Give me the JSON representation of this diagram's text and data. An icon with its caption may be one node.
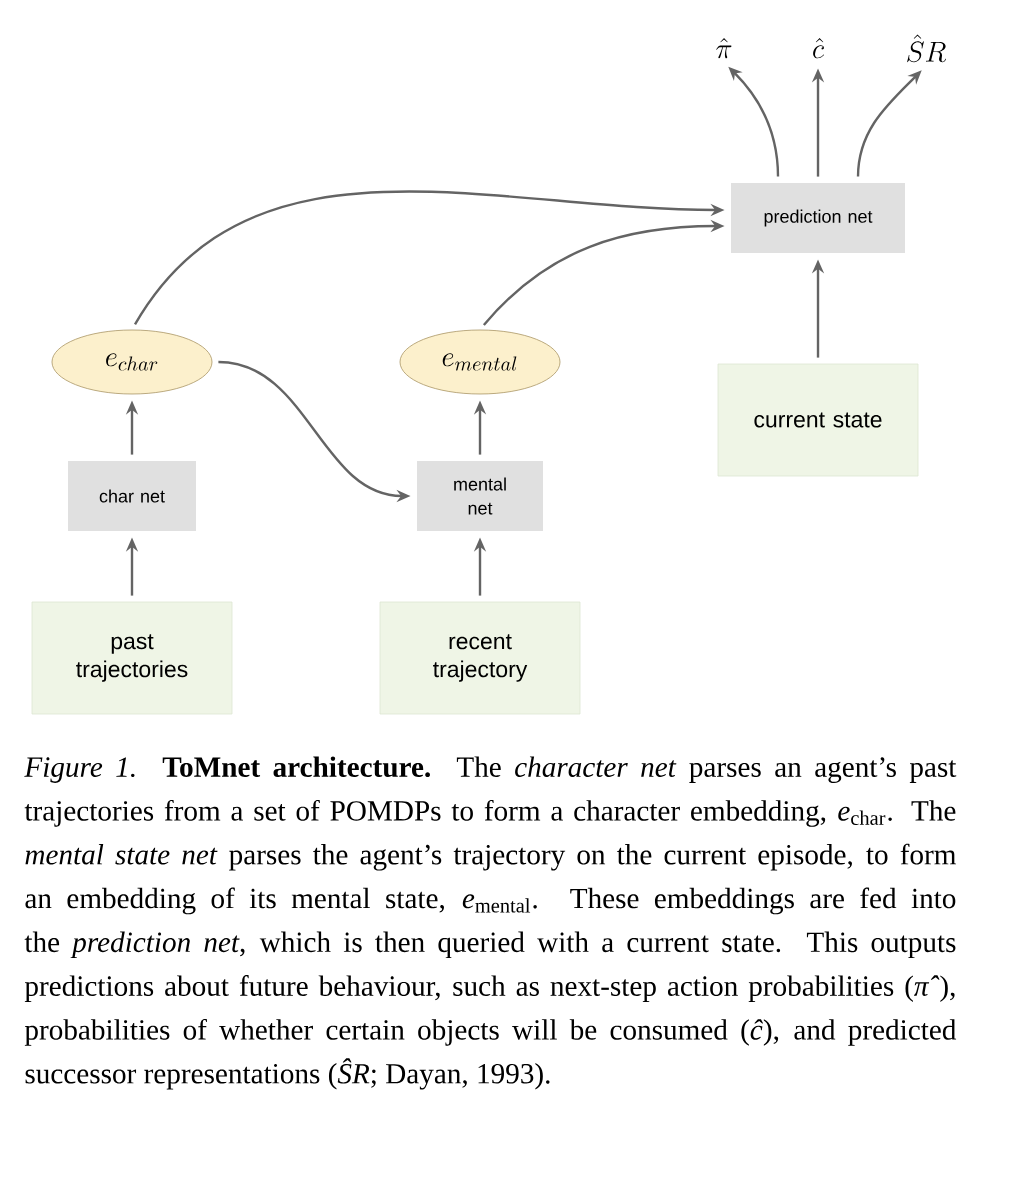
{
  "diagram": {
    "caption": "*Figure 1.* **ToMnet architecture.** The *character net* parses an agent’s past trajectories from a set of POMDPs to form a character embedding, *e*$_{char}$. The *mental state net* parses the agent’s trajectory on the current episode, to form an embedding of its mental state, *e*$_{mental}$. These embeddings are fed into the *prediction net*, which is then queried with a current state. This outputs predictions about future behaviour, such as next-step action probabilities (*π̂*), probabilities of whether certain objects will be consumed (*ĉ*), and predicted successor representations (*ŜR*; Dayan, 1993).",
    "nodes": [
      {
        "text": [
          "past trajectories"
        ]
      },
      {
        "text": [
          "char net"
        ]
      },
      {
        "text": [
          "e_{char}"
        ]
      },
      {
        "text": [
          "recent trajectory"
        ]
      },
      {
        "text": [
          "mental net"
        ]
      },
      {
        "text": [
          "e_{mental}"
        ]
      },
      {
        "text": [
          "current state"
        ]
      },
      {
        "text": [
          "prediction net"
        ]
      },
      {
        "text": [
          "\\hat{\\pi}"
        ]
      },
      {
        "text": [
          "\\hat{c}"
        ]
      },
      {
        "text": [
          "\\hat{S}R"
        ]
      }
    ],
    "edges": [
      {
        "from": 0,
        "to": 1,
        "arrow": "to"
      },
      {
        "from": 1,
        "to": 2,
        "arrow": "to"
      },
      {
        "from": 2,
        "to": 7,
        "arrow": "to"
      },
      {
        "from": 2,
        "to": 4,
        "arrow": "to"
      },
      {
        "from": 3,
        "to": 4,
        "arrow": "to"
      },
      {
        "from": 4,
        "to": 5,
        "arrow": "to"
      },
      {
        "from": 5,
        "to": 7,
        "arrow": "to"
      },
      {
        "from": 6,
        "to": 7,
        "arrow": "to"
      },
      {
        "from": 7,
        "to": 8,
        "arrow": "to"
      },
      {
        "from": 7,
        "to": 9,
        "arrow": "to"
      },
      {
        "from": 7,
        "to": 10,
        "arrow": "to"
      }
    ]
  }
}
